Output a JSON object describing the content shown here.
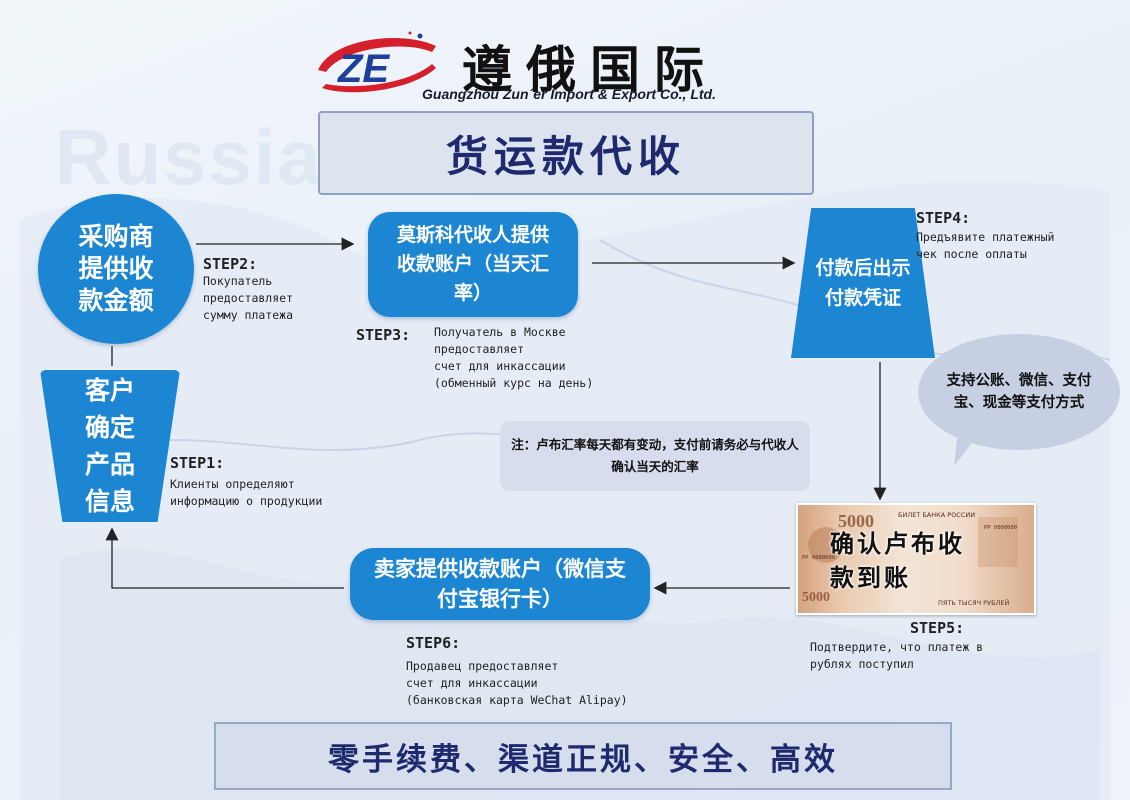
{
  "brand": {
    "logo_text": "ZE",
    "name_cn": "遵俄国际",
    "name_en": "Guangzhou Zun´er Import & Export Co., Ltd."
  },
  "background": {
    "watermark": "Russia"
  },
  "title": "货运款代收",
  "nodes": {
    "buyer_amount": "采购商提供收款金额",
    "customer_info": "客户确定产品信息",
    "moscow_agent": "莫斯科代收人提供收款账户（当天汇率）",
    "proof": "付款后出示付款凭证",
    "seller_account": "卖家提供收款账户（微信支付宝银行卡）",
    "confirm": "确认卢布收款到账"
  },
  "steps": {
    "step1": {
      "label": "STEP1:",
      "text": "Клиенты определяют\nинформацию о продукции"
    },
    "step2": {
      "label": "STEP2:",
      "text": "Покупатель\nпредоставляет\nсумму платежа"
    },
    "step3": {
      "label": "STEP3:",
      "text": "Получатель в Москве\nпредоставляет\nсчет для инкассации\n(обменный курс на день)"
    },
    "step4": {
      "label": "STEP4:",
      "text": "Предъявите платежный\nчек после оплаты"
    },
    "step5": {
      "label": "STEP5:",
      "text": "Подтвердите, что платеж в\nрублях поступил"
    },
    "step6": {
      "label": "STEP6:",
      "text": "Продавец предоставляет\nсчет для инкассации\n(банковская карта WeChat Alipay)"
    }
  },
  "bubble": "支持公账、微信、支付宝、现金等支付方式",
  "note": "注：卢布汇率每天都有变动，支付前请务必与代收人确认当天的汇率",
  "banknote": {
    "denomination": "5000",
    "header": "БИЛЕТ БАНКА РОССИИ",
    "serial": "РР 0000000",
    "amount_words": "ПЯТЬ ТЫСЯЧ РУБЛЕЙ"
  },
  "slogan": "零手续费、渠道正规、安全、高效",
  "colors": {
    "node_blue": "#1d86d2",
    "title_navy": "#1f2a6e",
    "logo_red": "#d3202a",
    "logo_blue": "#1e3f9a"
  }
}
